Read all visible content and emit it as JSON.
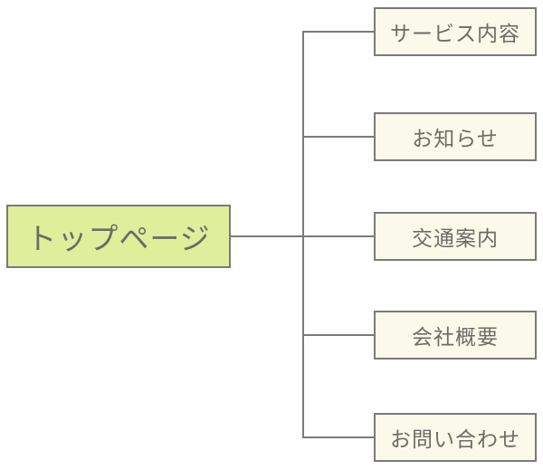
{
  "diagram": {
    "type": "sitemap-tree",
    "root": {
      "label": "トップページ"
    },
    "children": [
      {
        "label": "サービス内容"
      },
      {
        "label": "お知らせ"
      },
      {
        "label": "交通案内"
      },
      {
        "label": "会社概要"
      },
      {
        "label": "お問い合わせ"
      }
    ],
    "colors": {
      "root_fill": "#dfee9a",
      "child_fill": "#fbf9e9",
      "border": "#7a7a7a",
      "line": "#7a7a7a",
      "text": "#6c6c66",
      "background": "#ffffff"
    }
  }
}
